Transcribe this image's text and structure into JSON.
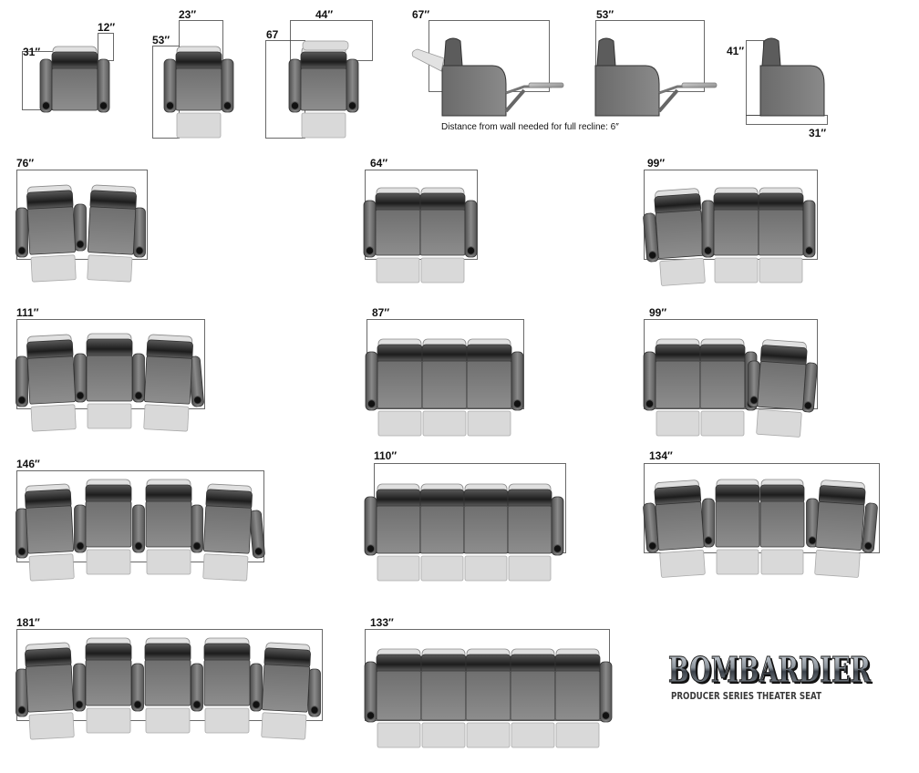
{
  "single_seat": {
    "width_label": "31″",
    "armrest_label": "12″",
    "depth_label": "23″",
    "reclined_label": "53″",
    "full_recline_label": "44″",
    "full_recline_side_label": "67"
  },
  "side_views": {
    "full_recline_label": "67″",
    "partial_recline_label": "53″",
    "upright_height_label": "41″",
    "upright_depth_label": "31″",
    "wall_note": "Distance from wall needed for full recline: 6″"
  },
  "configurations": [
    {
      "label": "76″"
    },
    {
      "label": "64″"
    },
    {
      "label": "99″"
    },
    {
      "label": "111″"
    },
    {
      "label": "87″"
    },
    {
      "label": "99″"
    },
    {
      "label": "146″"
    },
    {
      "label": "110″"
    },
    {
      "label": "134″"
    },
    {
      "label": "181″"
    },
    {
      "label": "133″"
    }
  ],
  "brand": {
    "name": "BOMBARDIER",
    "tagline": "PRODUCER SERIES THEATER SEAT"
  },
  "colors": {
    "seat": "#7d7d7d",
    "seat_dark": "#2a2a2a",
    "footrest": "#d9d9d9",
    "outline": "#333333"
  }
}
